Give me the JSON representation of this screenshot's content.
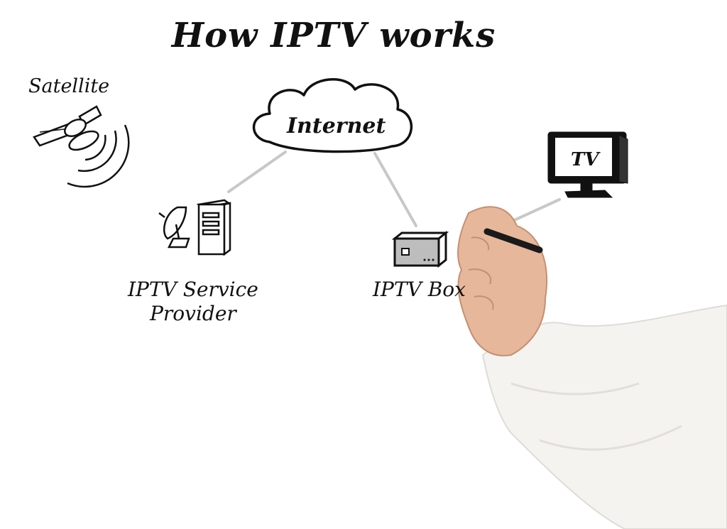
{
  "title": "How IPTV works",
  "nodes": {
    "satellite": "Satellite",
    "internet": "Internet",
    "tv": "TV",
    "isp_line1": "IPTV Service",
    "isp_line2": "Provider",
    "box": "IPTV Box"
  },
  "colors": {
    "ink": "#111111",
    "connector": "#c8c8c8",
    "box_fill": "#bdbdbd",
    "skin": "#e7b79b",
    "sleeve": "#f4f3ef"
  }
}
